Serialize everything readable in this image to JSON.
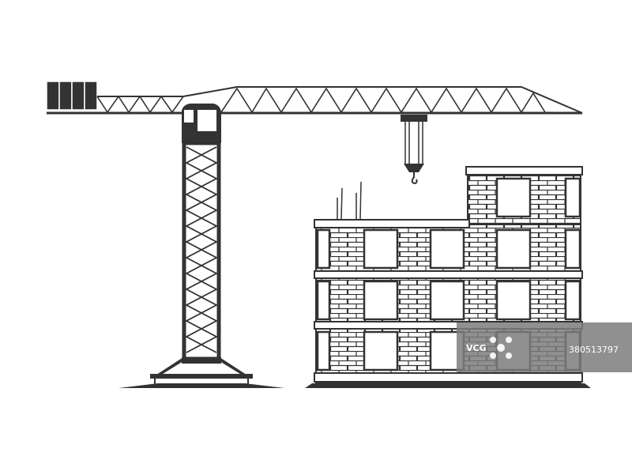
{
  "scene": {
    "subject": "tower-crane-and-brick-building",
    "colors": {
      "ink": "#333333",
      "paper": "#ffffff",
      "watermark_bg": "#8a8a8a"
    }
  },
  "watermark": {
    "logo_text": "VCG",
    "id_text": "380513797"
  }
}
